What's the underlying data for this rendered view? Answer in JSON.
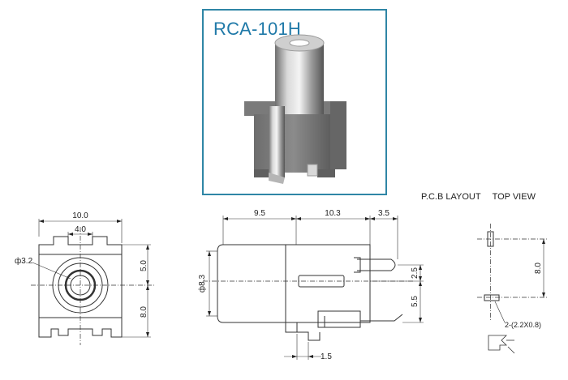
{
  "product": {
    "model": "RCA-101H"
  },
  "pcb_header": {
    "pcb_label": "P.C.B LAYOUT",
    "view_label": "TOP VIEW"
  },
  "front_view": {
    "width_dim": "10.0",
    "inner_width_dim": "4.0",
    "hole_dia": "ф3.2",
    "upper_height": "5.0",
    "lower_height": "8.0"
  },
  "side_view": {
    "dim_a": "9.5",
    "dim_b": "10.3",
    "dim_c": "3.5",
    "body_dia": "ф8.3",
    "pin_h1": "2.5",
    "pin_h2": "5.5",
    "bottom_dim": "1.5"
  },
  "pcb_view": {
    "pitch": "8.0",
    "pad_note": "2-(2.2X0.8)"
  },
  "colors": {
    "frame": "#2f86a6",
    "title": "#1f79a8",
    "line": "#333333"
  }
}
